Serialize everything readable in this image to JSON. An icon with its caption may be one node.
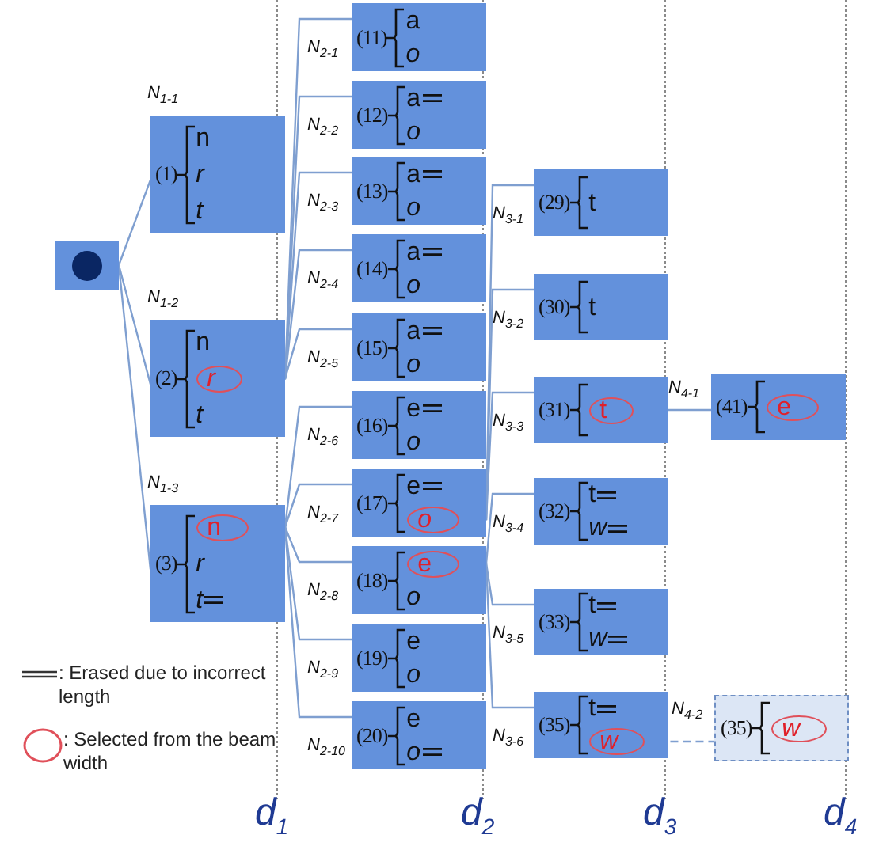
{
  "diagram": {
    "nodes": [
      {
        "text": [],
        "shape": "box"
      },
      {
        "text": [
          "(1)",
          "n",
          "r",
          "t"
        ],
        "beside": [
          "N$_{1-1}$"
        ]
      },
      {
        "text": [
          "(2)",
          "n",
          "t"
        ],
        "beside": [
          "N$_{1-2}$"
        ]
      },
      {
        "text": [
          "r"
        ],
        "in": 2
      },
      {
        "text": [
          "(3)",
          "r",
          "t"
        ],
        "beside": [
          "N$_{1-3}$"
        ]
      },
      {
        "text": [
          "n"
        ],
        "in": 4
      },
      {
        "text": [
          "(11)",
          "a",
          "o"
        ],
        "beside": [
          "N$_{2-1}$"
        ]
      },
      {
        "text": [
          "(12)",
          "a",
          "o"
        ],
        "beside": [
          "N$_{2-2}$"
        ]
      },
      {
        "text": [
          "(13)",
          "a",
          "o"
        ],
        "beside": [
          "N$_{2-3}$"
        ]
      },
      {
        "text": [
          "(14)",
          "a",
          "o"
        ],
        "beside": [
          "N$_{2-4}$"
        ]
      },
      {
        "text": [
          "(15)",
          "a",
          "o"
        ],
        "beside": [
          "N$_{2-5}$"
        ]
      },
      {
        "text": [
          "(16)",
          "e",
          "o"
        ],
        "beside": [
          "N$_{2-6}$"
        ]
      },
      {
        "text": [
          "(17)",
          "e"
        ],
        "beside": [
          "N$_{2-7}$"
        ]
      },
      {
        "text": [
          "o"
        ],
        "in": 12
      },
      {
        "text": [
          "(18)",
          "o"
        ],
        "beside": [
          "N$_{2-8}$"
        ]
      },
      {
        "text": [
          "e"
        ],
        "in": 14
      },
      {
        "text": [
          "(19)",
          "e",
          "o"
        ],
        "beside": [
          "N$_{2-9}$"
        ]
      },
      {
        "text": [
          "(20)",
          "e",
          "o"
        ],
        "beside": [
          "N$_{2-10}$"
        ]
      },
      {
        "text": [
          "(29)",
          "t"
        ],
        "beside": [
          "N$_{3-1}$"
        ]
      },
      {
        "text": [
          "(30)",
          "t"
        ],
        "beside": [
          "N$_{3-2}$"
        ]
      },
      {
        "text": [
          "(31)"
        ],
        "beside": [
          "N$_{3-3}$"
        ]
      },
      {
        "text": [
          "t"
        ],
        "in": 20
      },
      {
        "text": [
          "(32)",
          "t",
          "w"
        ],
        "beside": [
          "N$_{3-4}$"
        ]
      },
      {
        "text": [
          "(33)",
          "t",
          "w"
        ],
        "beside": [
          "N$_{3-5}$"
        ]
      },
      {
        "text": [
          "(35)",
          "t"
        ],
        "beside": [
          "N$_{3-6}$"
        ]
      },
      {
        "text": [
          "w"
        ],
        "in": 24
      },
      {
        "text": [
          "(41)"
        ],
        "beside": [
          "N$_{4-1}$"
        ]
      },
      {
        "text": [
          "e"
        ],
        "in": 26
      },
      {
        "text": [
          "(35)"
        ],
        "beside": [
          "N$_{4-2}$"
        ]
      },
      {
        "text": [
          "w"
        ],
        "in": 28
      }
    ],
    "edges": [
      {
        "from": 0,
        "to": 1,
        "arrow": "none"
      },
      {
        "from": 0,
        "to": 2,
        "arrow": "none"
      },
      {
        "from": 0,
        "to": 4,
        "arrow": "none"
      },
      {
        "from": 3,
        "to": 6,
        "arrow": "none"
      },
      {
        "from": 3,
        "to": 7,
        "arrow": "none"
      },
      {
        "from": 3,
        "to": 8,
        "arrow": "none"
      },
      {
        "from": 3,
        "to": 9,
        "arrow": "none"
      },
      {
        "from": 3,
        "to": 10,
        "arrow": "none"
      },
      {
        "from": 5,
        "to": 11,
        "arrow": "none"
      },
      {
        "from": 5,
        "to": 12,
        "arrow": "none"
      },
      {
        "from": 5,
        "to": 14,
        "arrow": "none"
      },
      {
        "from": 5,
        "to": 16,
        "arrow": "none"
      },
      {
        "from": 5,
        "to": 17,
        "arrow": "none"
      },
      {
        "from": 13,
        "to": 18,
        "arrow": "none"
      },
      {
        "from": 13,
        "to": 19,
        "arrow": "none"
      },
      {
        "from": 13,
        "to": 20,
        "arrow": "none"
      },
      {
        "from": 15,
        "to": 22,
        "arrow": "none"
      },
      {
        "from": 15,
        "to": 23,
        "arrow": "none"
      },
      {
        "from": 15,
        "to": 24,
        "arrow": "none"
      },
      {
        "from": 21,
        "to": 26,
        "arrow": "none"
      },
      {
        "from": 25,
        "to": 28,
        "arrow": "none",
        "style": "dashed"
      }
    ],
    "labels": [
      "d$_{1}$",
      "d$_{2}$",
      "d$_{3}$",
      "d$_{4}$"
    ],
    "legend": [
      {
        "text": ": Erased due to incorrect length"
      },
      {
        "text": ": Selected from the beam width"
      }
    ]
  }
}
